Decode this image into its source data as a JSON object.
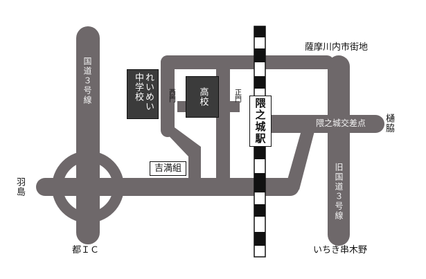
{
  "map": {
    "colors": {
      "road": "#6e686a",
      "building": "#3b3b3b",
      "rail_dark": "#111111",
      "rail_light": "#ffffff"
    },
    "places": {
      "satsuma_sendai": "薩摩川内市街地",
      "hiwaki": "樋脇",
      "hashima": "羽島",
      "miyako_ic": "都ＩＣ",
      "ichiki_kushikino": "いちき串木野",
      "kumanojo_junction": "隈之城交差点"
    },
    "roads": {
      "route3": "国道３号線",
      "old_route3": "旧国道３号線"
    },
    "buildings": {
      "junior_high": "れいめい中学校",
      "high_school": "高校",
      "west_gate": "西門",
      "main_gate": "正門",
      "yoshimitsu": "吉満組"
    },
    "station": "隈之城駅"
  }
}
